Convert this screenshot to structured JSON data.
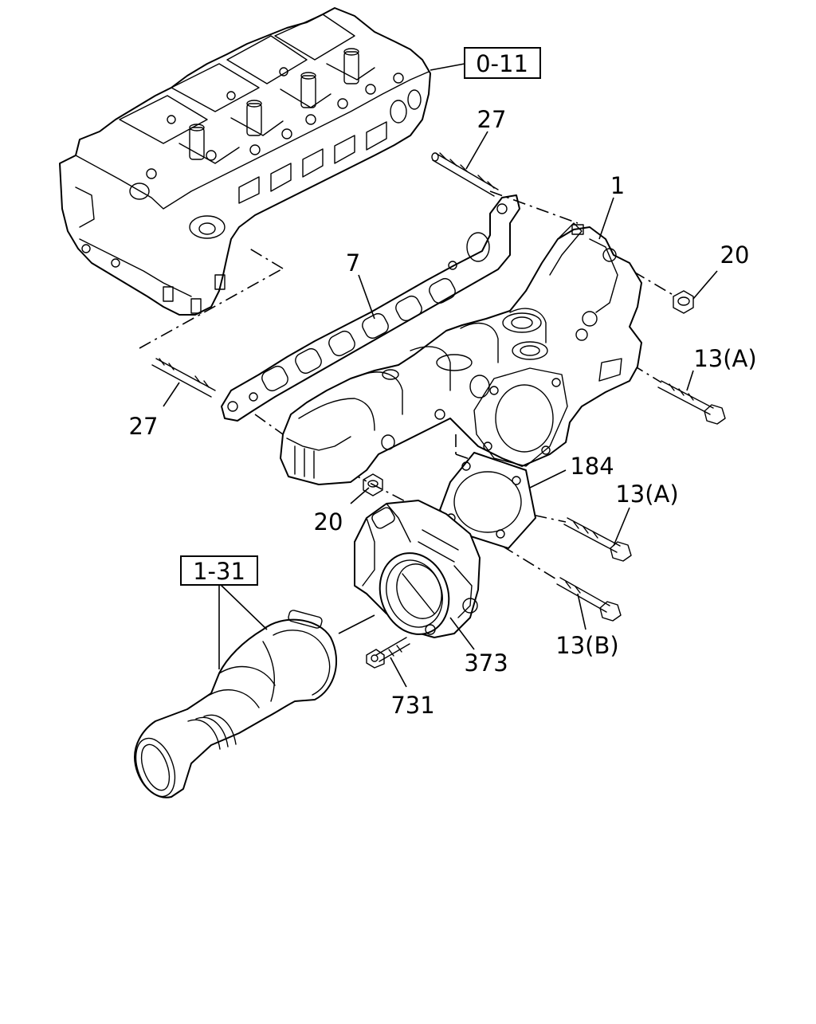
{
  "refs": {
    "cylinder_head": "0-11",
    "air_hose": "1-31"
  },
  "callouts": {
    "manifold": "1",
    "gasket": "7",
    "stud_top": "27",
    "stud_left": "27",
    "nut_right": "20",
    "nut_left": "20",
    "bolt_upper_a": "13(A)",
    "bolt_lower_a": "13(A)",
    "bolt_b": "13(B)",
    "throttle_gasket": "184",
    "throttle_body": "373",
    "throttle_bolt": "731"
  }
}
